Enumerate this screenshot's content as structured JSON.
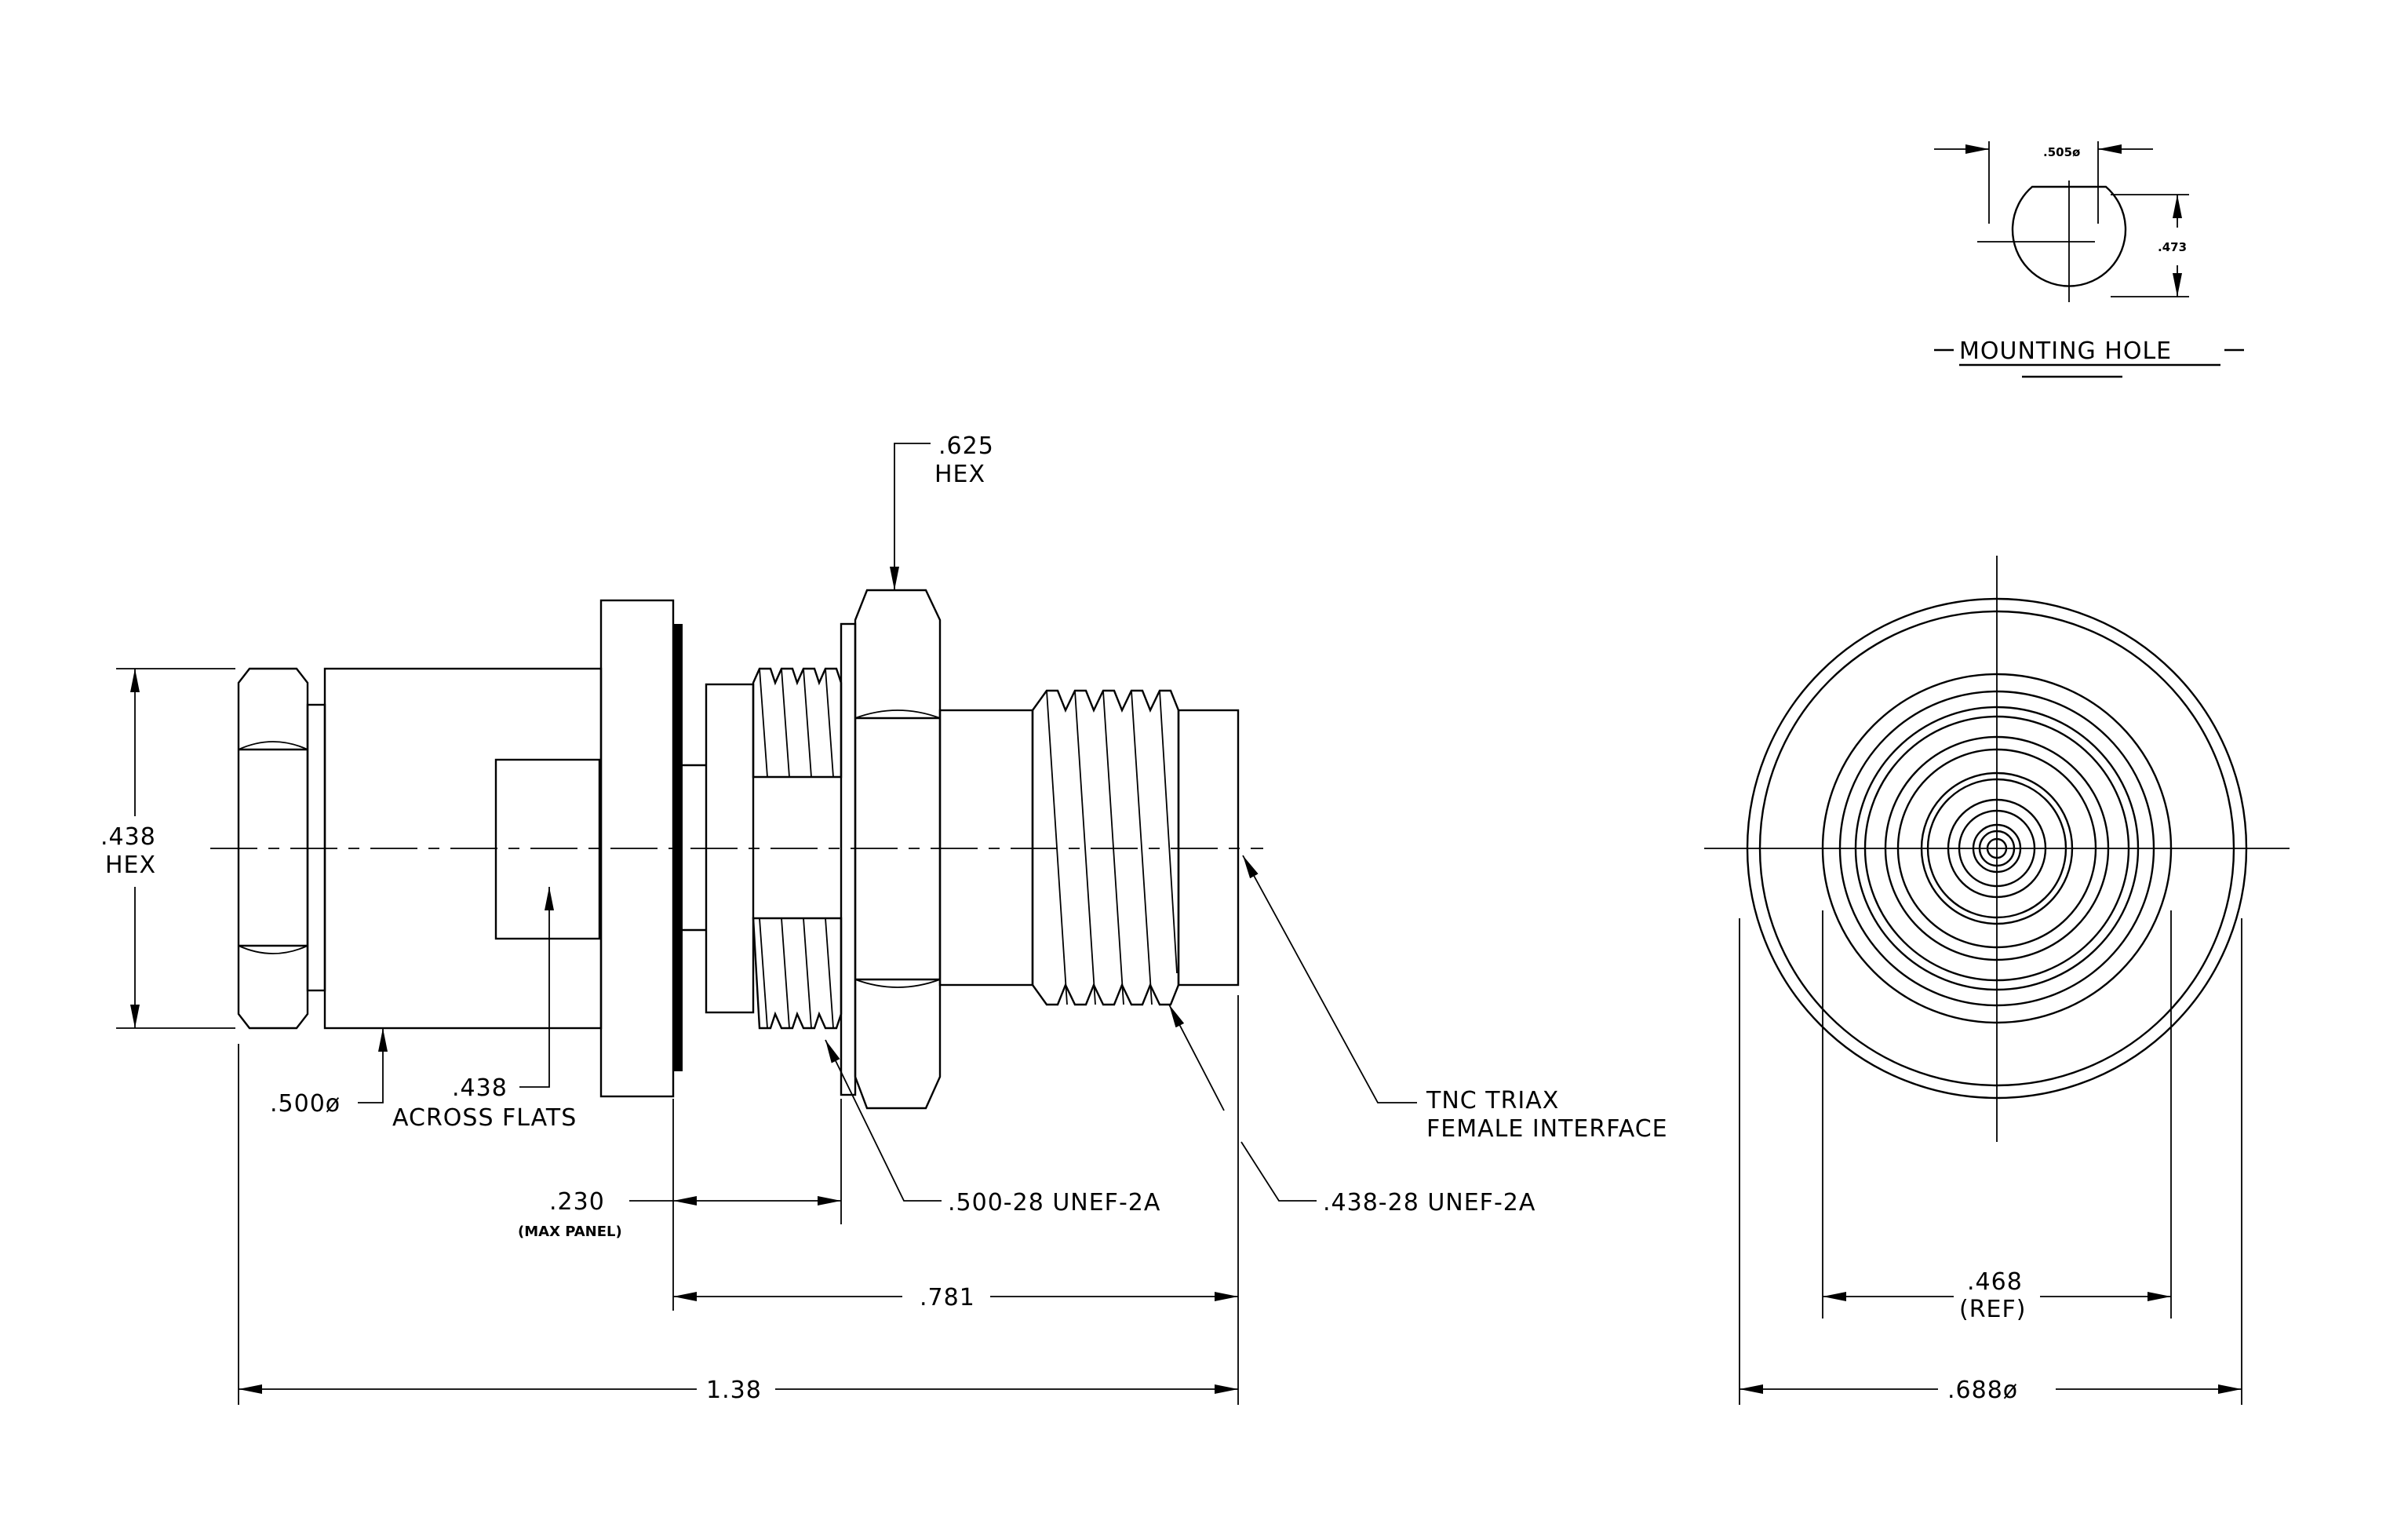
{
  "mounting_hole": {
    "title": "MOUNTING HOLE",
    "width_dim": ".505ø",
    "height_dim": ".473"
  },
  "side_view": {
    "hex_nut_dim": ".625",
    "hex_nut_dim_unit": "HEX",
    "rear_hex_dim": ".438",
    "rear_hex_dim_unit": "HEX",
    "body_diameter": ".500ø",
    "across_flats_dim": ".438",
    "across_flats_label": "ACROSS FLATS",
    "panel_dim": ".230",
    "panel_dim_note": "(MAX PANEL)",
    "thread_rear": ".500-28  UNEF-2A",
    "thread_front": ".438-28  UNEF-2A",
    "interface_line1": "TNC  TRIAX",
    "interface_line2": "FEMALE  INTERFACE",
    "front_length": ".781",
    "overall_length": "1.38"
  },
  "end_view": {
    "ref_dim": ".468",
    "ref_note": "(REF)",
    "outer_diameter": ".688ø"
  }
}
